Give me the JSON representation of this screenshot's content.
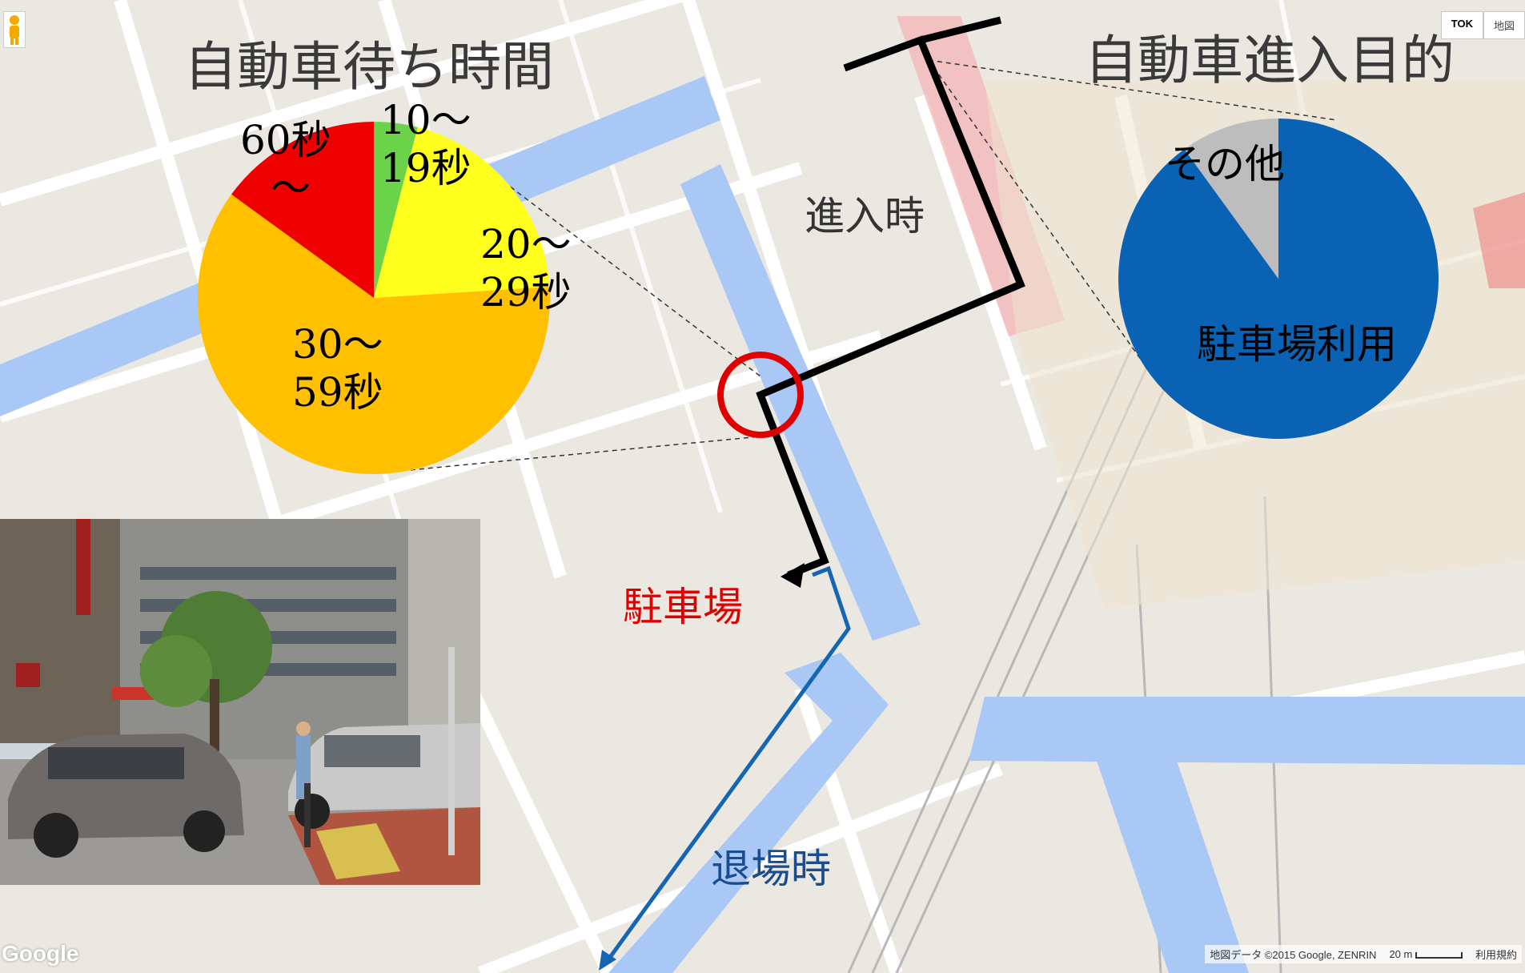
{
  "titles": {
    "left": "自動車待ち時間",
    "right": "自動車進入目的"
  },
  "colors": {
    "water": "#a9c8f5",
    "station": "#f3b6b6",
    "route_in": "#000000",
    "route_out": "#1565b0",
    "marker": "#e00000"
  },
  "chart_data": [
    {
      "type": "pie",
      "title": "自動車待ち時間",
      "labels": [
        "10〜19秒",
        "20〜29秒",
        "30〜59秒",
        "60秒〜"
      ],
      "values": [
        4,
        20,
        61,
        15
      ],
      "colors": [
        "#6bd34a",
        "#ffff1e",
        "#ffc000",
        "#ee0000"
      ]
    },
    {
      "type": "pie",
      "title": "自動車進入目的",
      "labels": [
        "駐車場利用",
        "その他"
      ],
      "values": [
        90,
        10
      ],
      "colors": [
        "#0a62b5",
        "#bdbdbd"
      ]
    }
  ],
  "pie_labels": {
    "wait": {
      "l10": [
        "10〜",
        "19秒"
      ],
      "l20": [
        "20〜",
        "29秒"
      ],
      "l30": [
        "30〜",
        "59秒"
      ],
      "l60": [
        "60秒",
        "〜"
      ]
    },
    "purpose": {
      "other": "その他",
      "parking": "駐車場利用"
    }
  },
  "map_labels": {
    "entry": "進入時",
    "parking": "駐車場",
    "exit": "退場時"
  },
  "controls": {
    "map_type": "地図",
    "tok_label": "TOK"
  },
  "attribution": {
    "data": "地図データ ©2015 Google, ZENRIN",
    "scale": "20 m",
    "terms": "利用規約"
  },
  "google": "Google"
}
